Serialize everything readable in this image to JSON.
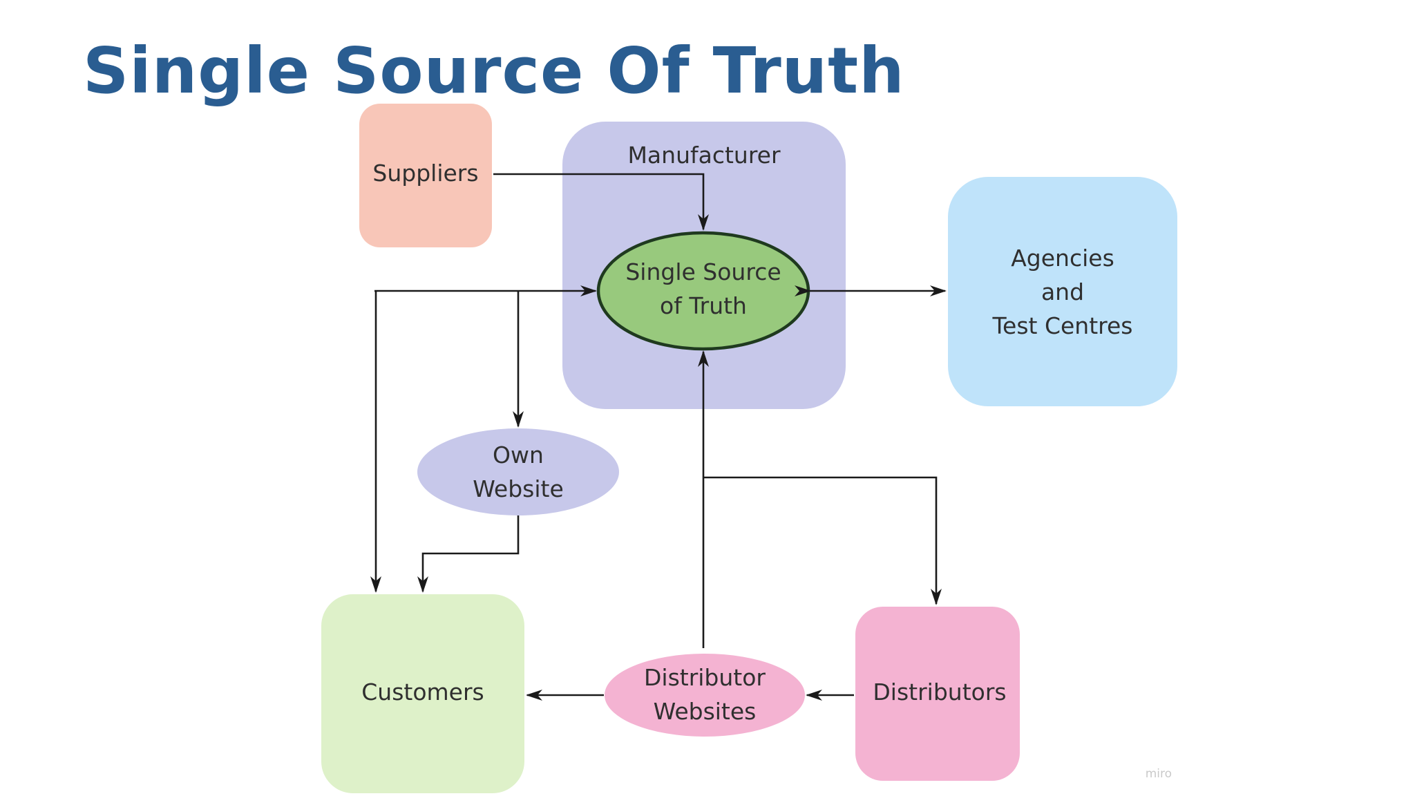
{
  "title": "Single Source Of Truth",
  "nodes": {
    "suppliers": "Suppliers",
    "manufacturer": "Manufacturer",
    "ssot": [
      "Single Source",
      "of Truth"
    ],
    "agencies": [
      "Agencies",
      "and",
      "Test Centres"
    ],
    "own_website": [
      "Own",
      "Website"
    ],
    "customers": "Customers",
    "distributor_websites": [
      "Distributor",
      "Websites"
    ],
    "distributors": "Distributors"
  },
  "watermark": "miro",
  "colors": {
    "title": "#2a5d91",
    "suppliers": "#f8c6b8",
    "manufacturer": "#c7c8ea",
    "ssot": "#98c97d",
    "agencies": "#bfe3fa",
    "own_website": "#c7c8ea",
    "customers": "#def1c9",
    "distributor_websites": "#f4b3d2",
    "distributors": "#f4b3d2"
  }
}
